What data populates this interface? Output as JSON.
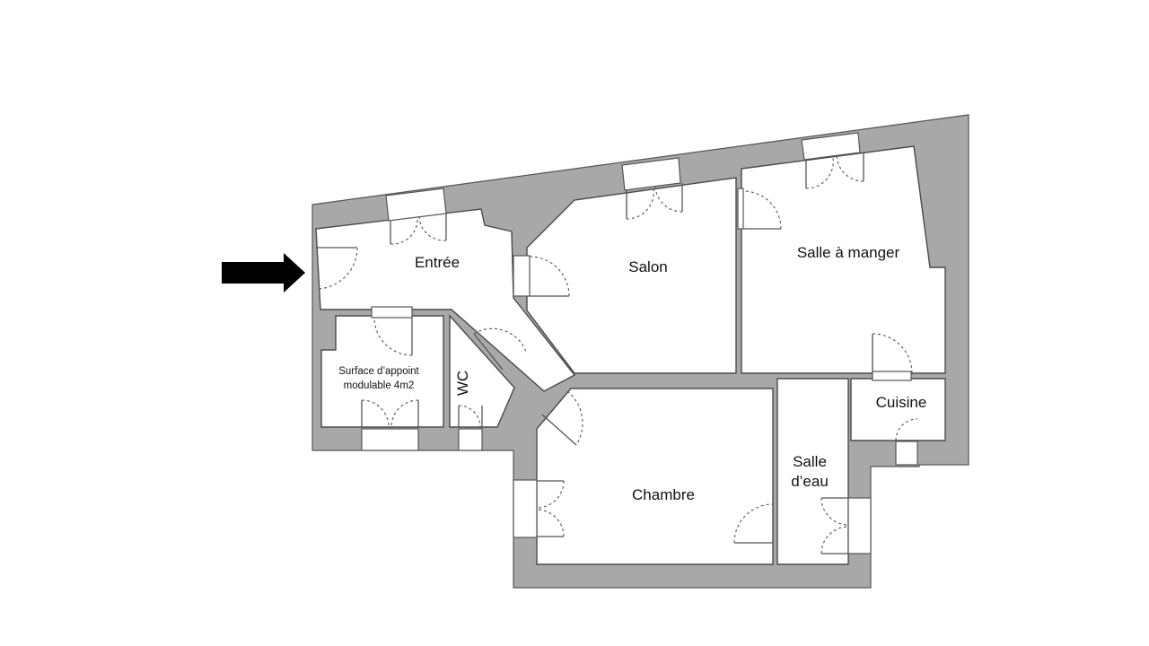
{
  "plan": {
    "entry_arrow": "arrow-right-icon",
    "rooms": {
      "entree": "Entrée",
      "salon": "Salon",
      "salle_a_manger": "Salle à manger",
      "surface_line1": "Surface d’appoint",
      "surface_line2": "modulable 4m2",
      "wc": "WC",
      "cuisine": "Cuisine",
      "salle_deau_line1": "Salle",
      "salle_deau_line2": "d’eau",
      "chambre": "Chambre"
    },
    "colors": {
      "wall": "#a8a8a8",
      "floor": "#ffffff",
      "line": "#4a4a4a"
    }
  }
}
